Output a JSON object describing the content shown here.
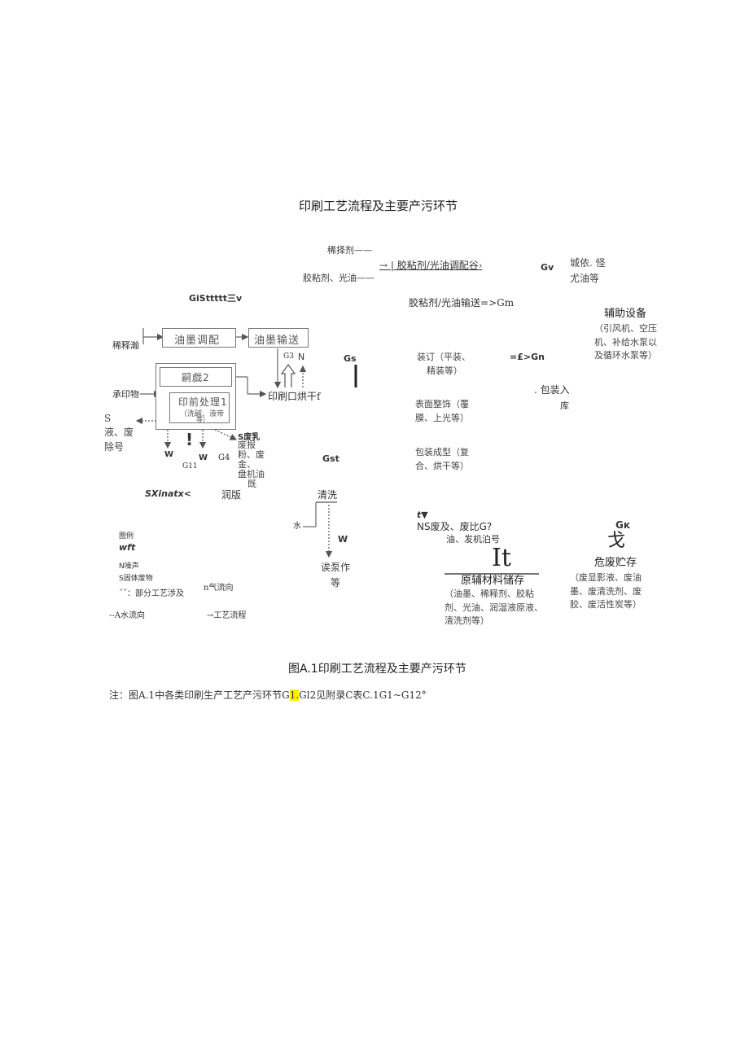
{
  "title": "印刷工艺流程及主要产污环节",
  "caption": "图A.1印刷工艺流程及主要产污环节",
  "note": {
    "prefix": "注：图A.1中各类印刷生产工艺产污环节G",
    "highlight": "1.",
    "suffix": "Gl2见附录C表C.1G1~G12°"
  },
  "top": {
    "thinner_label": "稀择剂——",
    "glue_label": "胶粘剂、光油——",
    "glue_mixing": "→ | 胶粘剂/光油调配谷›",
    "gv": "Gv",
    "dust": [
      "城依. 怪",
      "尤油等"
    ],
    "glue_transport": "胶粘剂/光油输送=>Gm"
  },
  "left": {
    "gi_label": "GiSttttt三v",
    "thinner_in": "稀释瀚",
    "ink_mixing": "油墨调配",
    "ink_transport": "油墨输送",
    "g3": "G3",
    "n": "N",
    "gs": "Gs",
    "substrate_in": "承印物",
    "prep_box": "嗣戯2",
    "pre_treat": "印前处理1",
    "pre_treat_sub": "（洗碱、液帝",
    "pre_treat_sub2": "等）",
    "print_dry": "印刷口烘干f",
    "s_left": [
      "S",
      "液、废",
      "除号"
    ],
    "w1": "W",
    "excl": "!",
    "g11": "G11",
    "w2": "W",
    "g4": "G4",
    "s_right_head": "S废乳",
    "s_right": [
      "废报",
      "粉、废",
      "金、",
      "盘机油",
      "既"
    ],
    "gst": "Gst",
    "sx": "SXinatx<",
    "dampening": "润版",
    "cleaning": "清洗",
    "water": "水",
    "w3": "W",
    "pump": [
      "诶泵作",
      "等"
    ]
  },
  "legend": {
    "title": "图例",
    "wft": "wft",
    "noise": "N噪声",
    "solid": "S固体废物",
    "partial": "˝˝：部分工艺涉及",
    "gas_flow": "n气流向",
    "water_flow": "--A水流向",
    "process_flow": "→工艺流程"
  },
  "right": {
    "binding": [
      "装订（平装、",
      "精装等）"
    ],
    "gn": "=£>Gn",
    "packaging_in": ". 包装入",
    "packaging_in2": "库",
    "surface": [
      "表面整饰（覆",
      "膜、上光等）"
    ],
    "pack_form": [
      "包装成型（复",
      "合、烘干等）"
    ],
    "aux_title": "辅助设备",
    "aux_items": [
      "（引风机、空压",
      "机、补给水泵以",
      "及循环水泵等）"
    ],
    "t_arrow": "t▼",
    "ns_waste": "NS废及、废比G?",
    "oil_machine": "油、发机泊号",
    "it": "It",
    "raw_storage": "原辅材料储存",
    "raw_items": [
      "（油墨、稀释剂、胶粘",
      "剂、光油、润湿液原液、",
      "清洗剂等）"
    ],
    "gk": "Gĸ",
    "ge": "戈",
    "haz_storage": "危废贮存",
    "haz_items": [
      "（废显影液、废油",
      "墨、废清洗剂、废",
      "胶、废活性炭等）"
    ]
  }
}
